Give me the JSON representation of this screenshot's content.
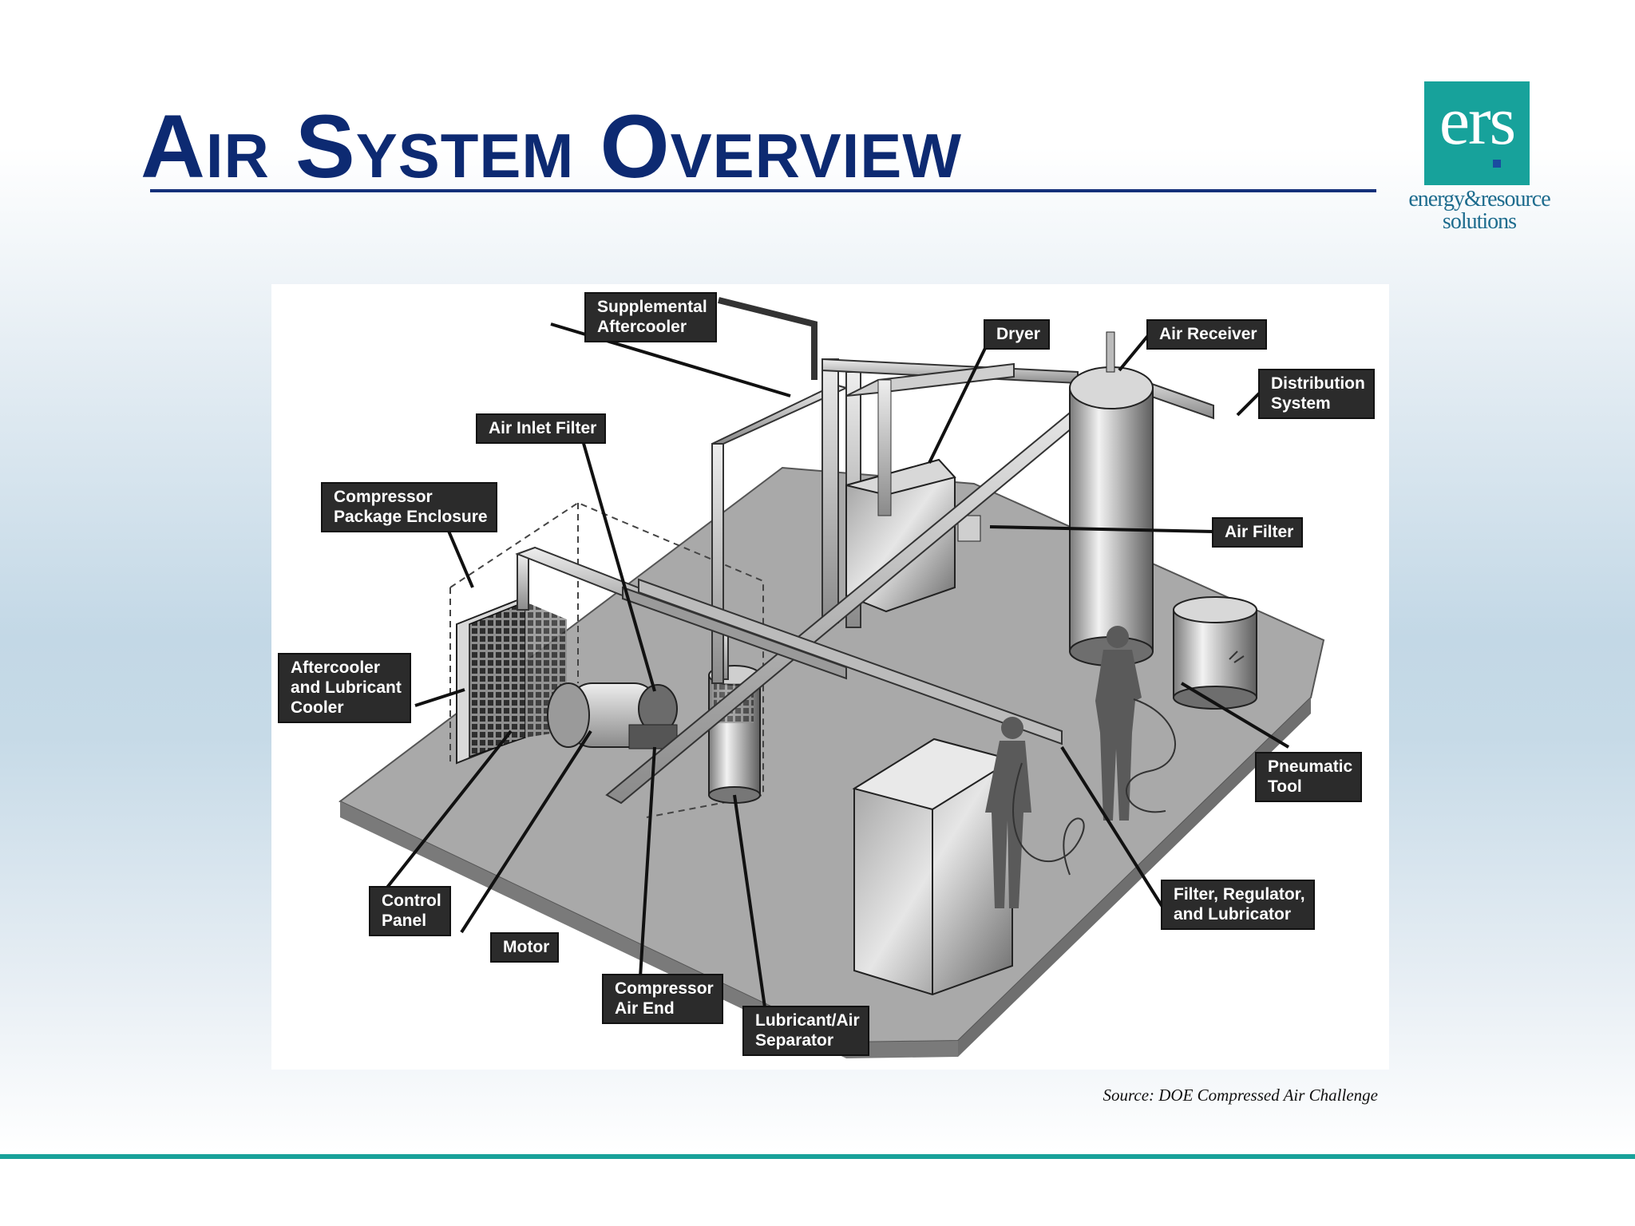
{
  "slide": {
    "title": "Air System Overview",
    "source": "Source: DOE Compressed Air Challenge"
  },
  "logo": {
    "mark": "ers",
    "line1": "energy&resource",
    "line2": "solutions"
  },
  "diagram": {
    "callouts": [
      {
        "id": "supplemental-aftercooler",
        "text": "Supplemental\nAftercooler"
      },
      {
        "id": "dryer",
        "text": "Dryer"
      },
      {
        "id": "air-receiver",
        "text": "Air Receiver"
      },
      {
        "id": "distribution-system",
        "text": "Distribution\nSystem"
      },
      {
        "id": "air-inlet-filter",
        "text": "Air Inlet Filter"
      },
      {
        "id": "compressor-package-enclosure",
        "text": "Compressor\nPackage Enclosure"
      },
      {
        "id": "air-filter",
        "text": "Air Filter"
      },
      {
        "id": "aftercooler-lubricant-cooler",
        "text": "Aftercooler\nand Lubricant\nCooler"
      },
      {
        "id": "pneumatic-tool",
        "text": "Pneumatic\nTool"
      },
      {
        "id": "control-panel",
        "text": "Control\nPanel"
      },
      {
        "id": "motor",
        "text": "Motor"
      },
      {
        "id": "filter-regulator-lubricator",
        "text": "Filter, Regulator,\nand Lubricator"
      },
      {
        "id": "compressor-air-end",
        "text": "Compressor\nAir End"
      },
      {
        "id": "lubricant-air-separator",
        "text": "Lubricant/Air\nSeparator"
      }
    ]
  },
  "colors": {
    "title": "#0d2a72",
    "accent": "#19a29a",
    "callout_bg": "#2b2b2b"
  }
}
